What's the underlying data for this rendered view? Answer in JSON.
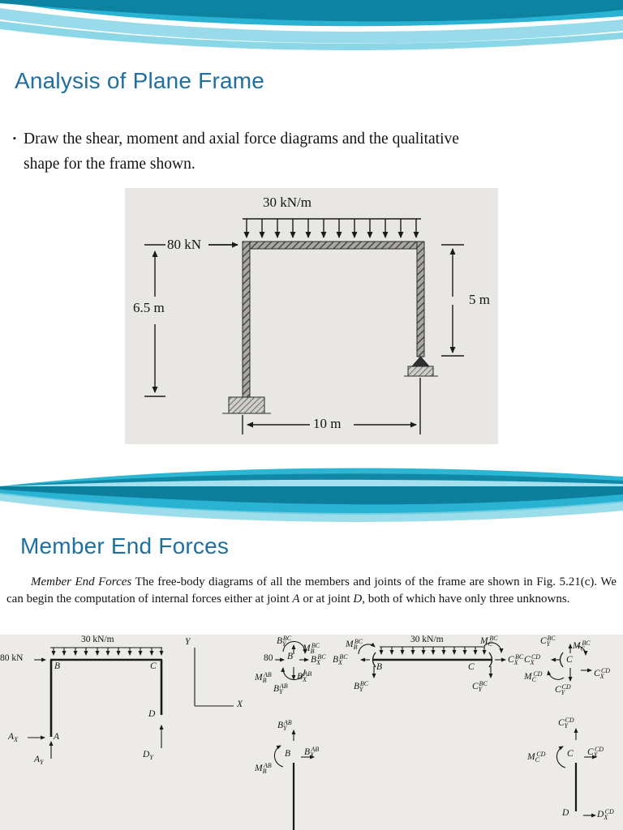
{
  "slide1": {
    "title": "Analysis of Plane Frame",
    "bullet_marker": "▪",
    "bullet_line1": "Draw the shear, moment and axial force diagrams and the qualitative",
    "bullet_line2": "shape for the frame shown.",
    "figure": {
      "distributed_load": "30 kN/m",
      "horizontal_force": "80 kN",
      "left_height": "6.5 m",
      "right_height": "5 m",
      "span": "10 m"
    }
  },
  "slide2": {
    "title": "Member End Forces",
    "paragraph": {
      "lead": "Member End Forces",
      "body1": " The free-body diagrams of all the members and joints of the frame are shown in Fig. 5.21(c). We can begin the computation of internal forces either at joint ",
      "joint_a": "A",
      "body2": " or at joint ",
      "joint_d": "D",
      "body3": ", both of which have only three unknowns."
    },
    "fbd": {
      "frame": {
        "load": "30 kN/m",
        "force": "80 kN",
        "B": "B",
        "C": "C",
        "A": "A",
        "D": "D",
        "Ax": "A_X",
        "Ay": "A_Y",
        "Dy": "D_Y"
      },
      "axes": {
        "x": "X",
        "y": "Y"
      },
      "joint_b": {
        "ByBC": "B_Y^BC",
        "MbBC": "M_B^BC",
        "force": "80",
        "B": "B",
        "BxBC": "B_X^BC",
        "MbAB": "M_B^AB",
        "BxAB": "B_X^AB",
        "ByAB": "B_Y^AB"
      },
      "member_bc": {
        "BxBC": "B_X^BC",
        "MbBC": "M_B^BC",
        "B": "B",
        "load": "30 kN/m",
        "C": "C",
        "McBC": "M_C^BC",
        "CxBC": "C_X^BC",
        "ByBC": "B_Y^BC",
        "CyBC": "C_Y^BC"
      },
      "joint_c": {
        "CyBC": "C_Y^BC",
        "McBC": "M_C^BC",
        "CxCD_left": "C_X^CD",
        "C": "C",
        "McCD": "M_C^CD",
        "CxCD_right": "C_X^CD",
        "CyCD": "C_Y^CD"
      },
      "member_ab": {
        "ByAB": "B_Y^AB",
        "B": "B",
        "BxAB": "B_X^AB",
        "MbAB": "M_B^AB"
      },
      "member_cd": {
        "CyCD": "C_Y^CD",
        "McCD": "M_C^CD",
        "C": "C",
        "CxCD": "C_X^CD",
        "D": "D",
        "DxCD": "D_X^CD"
      }
    }
  }
}
